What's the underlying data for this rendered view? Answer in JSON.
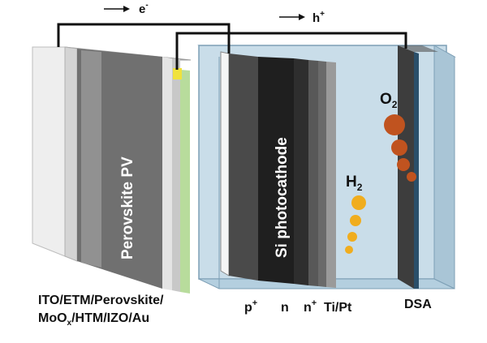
{
  "colors": {
    "wire": "#111111",
    "pv_face": "#6f6f6f",
    "pv_light": "#e9e9e9",
    "pv_mid": "#8e8e8e",
    "pv_green": "#b8dc9c",
    "contact": "#f0e23c",
    "tank_fill": "#c9dde9",
    "tank_edge": "#7d9fb5",
    "cathode_dark": "#2a2a2a",
    "dsa": "#3d3d3d",
    "o2_bubble": "#c0531f",
    "h2_bubble": "#f0ad1e"
  },
  "labels": {
    "electron": "e",
    "electron_sup": "-",
    "hole": "h",
    "hole_sup": "+",
    "pv_device": "Perovskite PV",
    "photocathode": "Si photocathode",
    "o2_main": "O",
    "o2_sub": "2",
    "h2_main": "H",
    "h2_sub": "2",
    "stack_line1": "ITO/ETM/Perovskite/",
    "stack_line2_a": "MoO",
    "stack_line2_sub": "x",
    "stack_line2_b": "/HTM/IZO/Au",
    "p_plus": "p",
    "p_plus_sup": "+",
    "n": "n",
    "n_plus": "n",
    "n_plus_sup": "+",
    "ti_pt": "Ti/Pt",
    "dsa": "DSA"
  }
}
